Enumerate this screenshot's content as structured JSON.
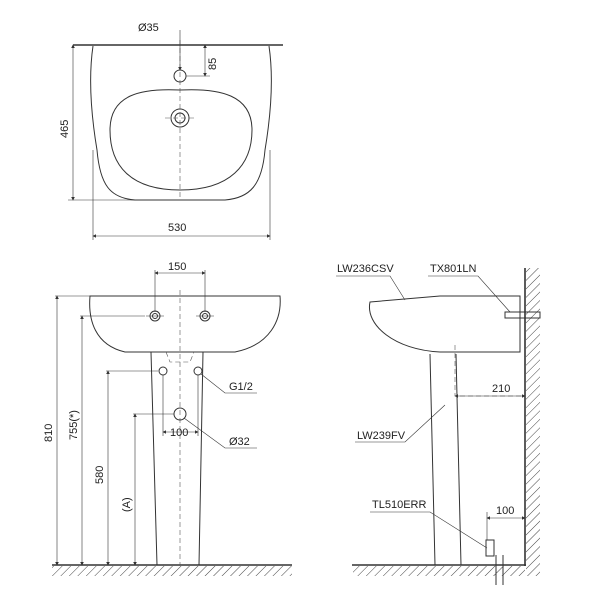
{
  "top_view": {
    "dia_tap": "Ø35",
    "dim_85": "85",
    "dim_465": "465",
    "dim_530": "530"
  },
  "front_view": {
    "dim_150": "150",
    "dim_810": "810",
    "dim_755": "755(*)",
    "dim_580": "580",
    "dim_a": "(A)",
    "dim_100": "100",
    "thread": "G1/2",
    "dia_drain": "Ø32"
  },
  "side_view": {
    "basin_model": "LW236CSV",
    "fitting_model": "TX801LN",
    "pedestal_model": "LW239FV",
    "trap_model": "TL510ERR",
    "dim_210": "210",
    "dim_100": "100"
  }
}
